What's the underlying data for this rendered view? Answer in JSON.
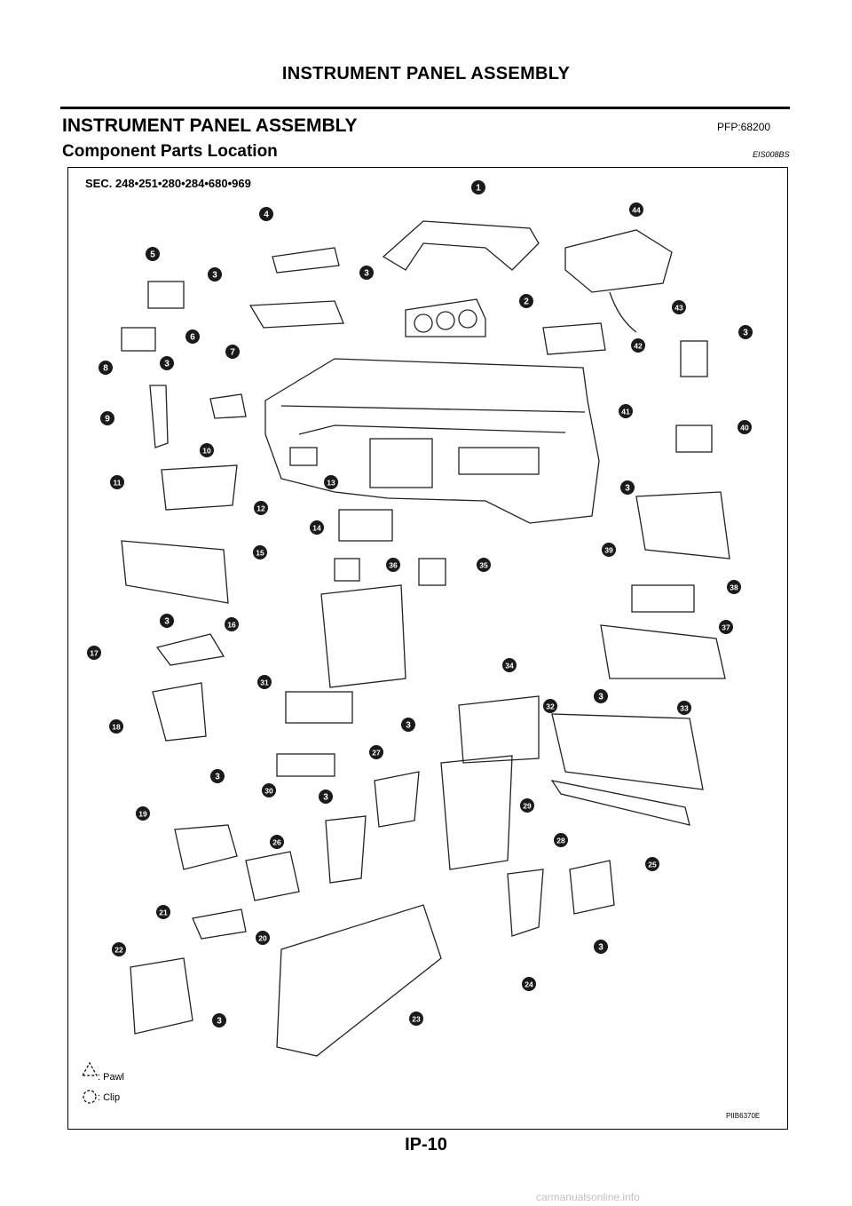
{
  "header": {
    "title": "INSTRUMENT PANEL ASSEMBLY"
  },
  "section": {
    "title": "INSTRUMENT PANEL ASSEMBLY",
    "pfp": "PFP:68200"
  },
  "subsection": {
    "title": "Component Parts Location",
    "code": "EIS008BS"
  },
  "diagram": {
    "sec_label": "SEC. 248•251•280•284•680•969",
    "callouts": [
      "1",
      "2",
      "3",
      "3",
      "3",
      "3",
      "3",
      "3",
      "3",
      "3",
      "3",
      "3",
      "3",
      "3",
      "4",
      "5",
      "6",
      "7",
      "8",
      "9",
      "10",
      "11",
      "12",
      "13",
      "14",
      "15",
      "16",
      "17",
      "18",
      "19",
      "20",
      "21",
      "22",
      "23",
      "24",
      "25",
      "26",
      "27",
      "28",
      "29",
      "30",
      "31",
      "32",
      "33",
      "34",
      "35",
      "36",
      "37",
      "38",
      "39",
      "40",
      "41",
      "42",
      "43",
      "44"
    ],
    "legend": [
      {
        "icon": "pawl-icon",
        "text": ": Pawl"
      },
      {
        "icon": "clip-icon",
        "text": ": Clip"
      }
    ],
    "figure_id": "PIIB6370E"
  },
  "footer": {
    "page_number": "IP-10",
    "watermark": "carmanualsonline.info"
  }
}
